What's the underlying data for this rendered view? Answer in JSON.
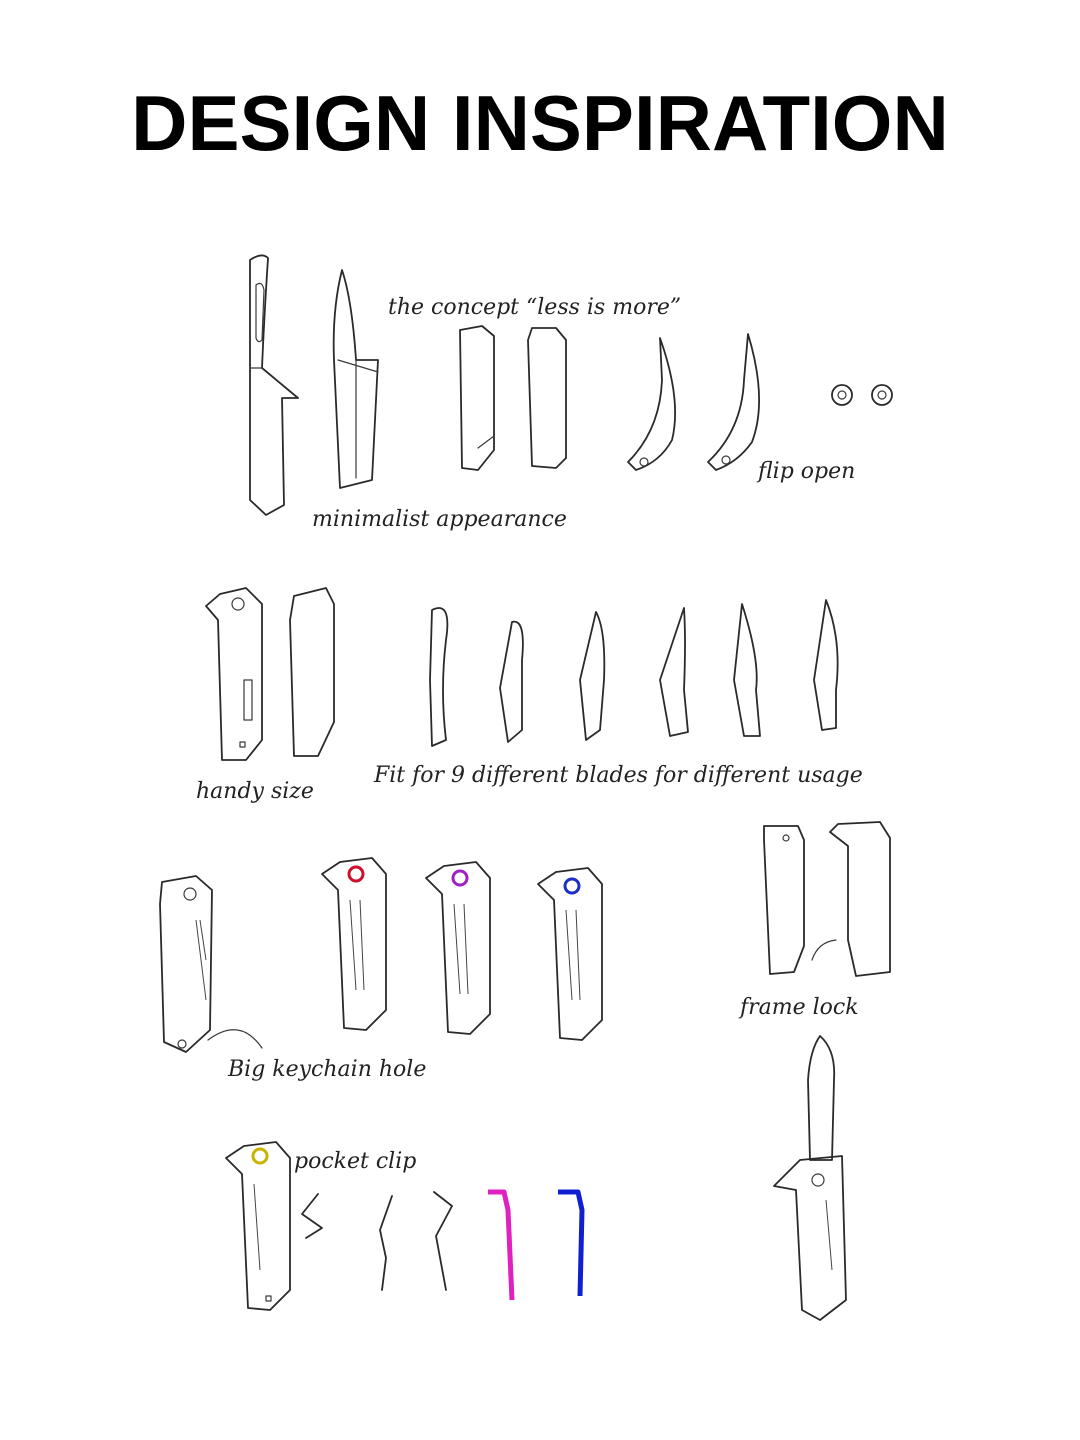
{
  "title": "DESIGN INSPIRATION",
  "annotations": {
    "concept": "the concept “less is more”",
    "minimalist": "minimalist appearance",
    "flip_open": "flip open",
    "handy_size": "handy size",
    "blades": "Fit for 9 different blades for different usage",
    "frame_lock": "frame lock",
    "keychain": "Big keychain hole",
    "pocket_clip": "pocket clip"
  },
  "colors": {
    "ink": "#2a2a2a",
    "pivot_red": "#d0102a",
    "pivot_purple": "#a020c8",
    "pivot_blue": "#1a2fc8",
    "pivot_gold": "#c8b400",
    "clip_pink": "#e020c0",
    "clip_blue": "#1020d0"
  }
}
